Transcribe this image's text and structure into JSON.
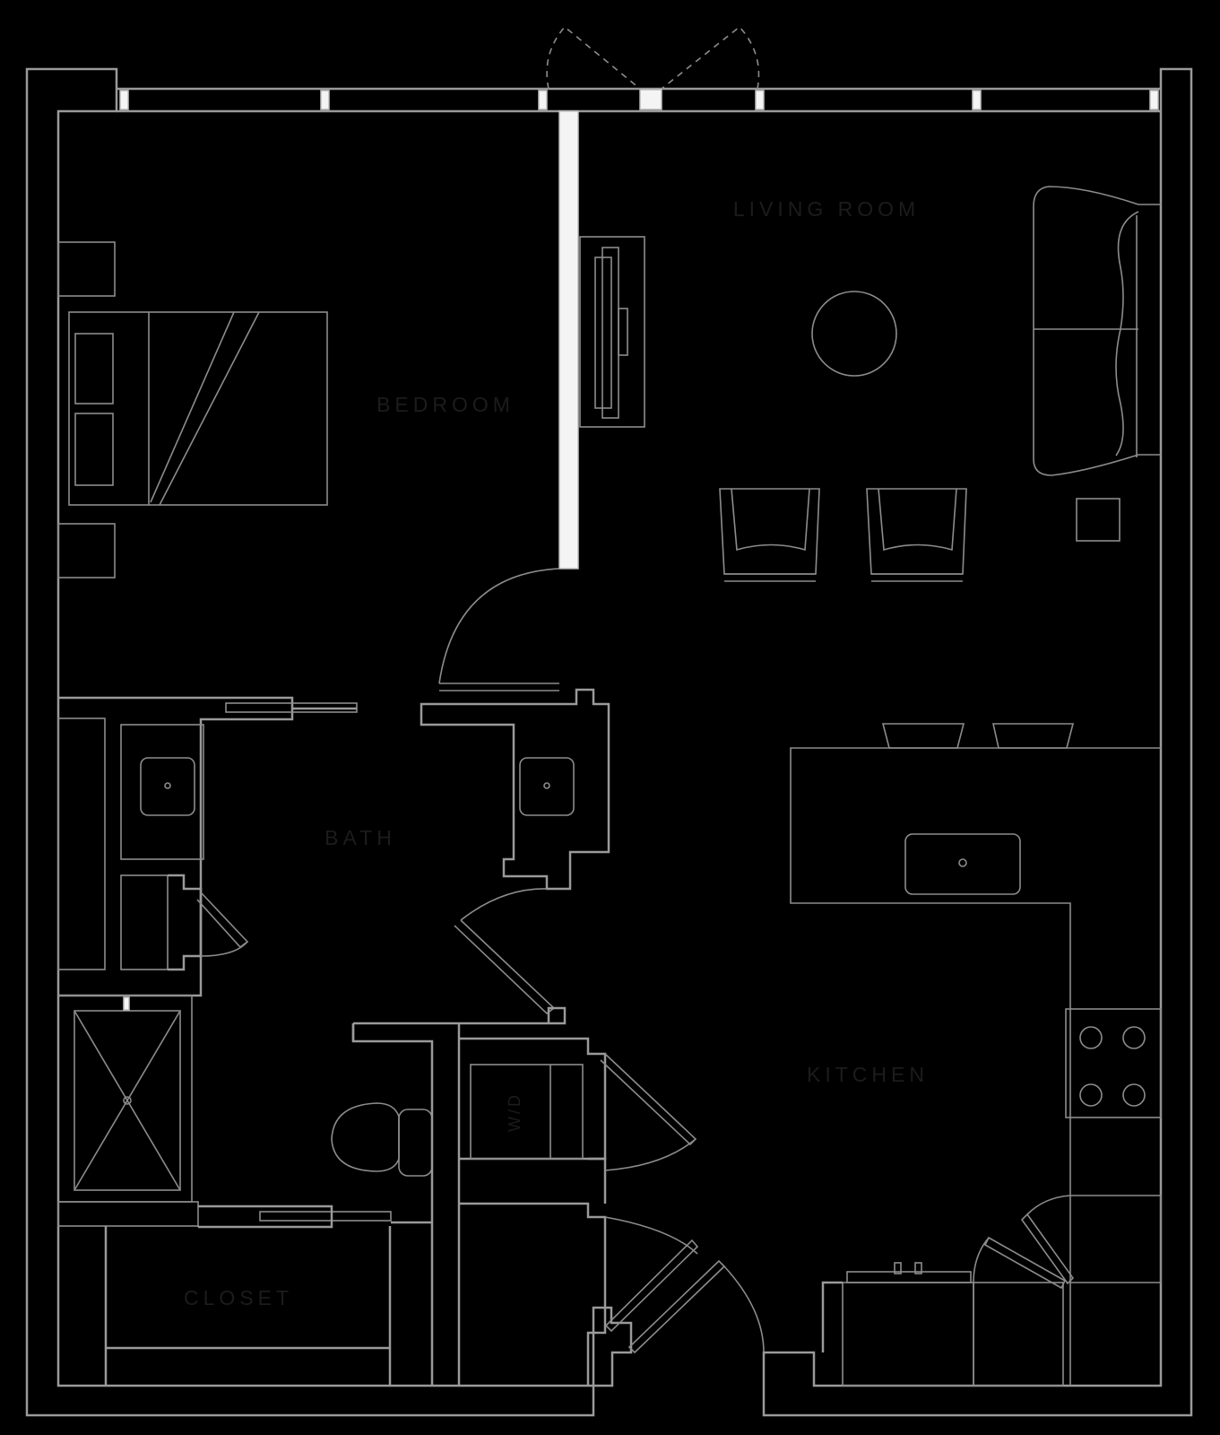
{
  "rooms": {
    "living_room": "LIVING ROOM",
    "bedroom": "BEDROOM",
    "bath": "BATH",
    "kitchen": "KITCHEN",
    "closet": "CLOSET",
    "wd": "W/D"
  },
  "colors": {
    "background": "#000000",
    "line": "#9a9a9a",
    "highlight_wall": "#f4f4f4"
  }
}
